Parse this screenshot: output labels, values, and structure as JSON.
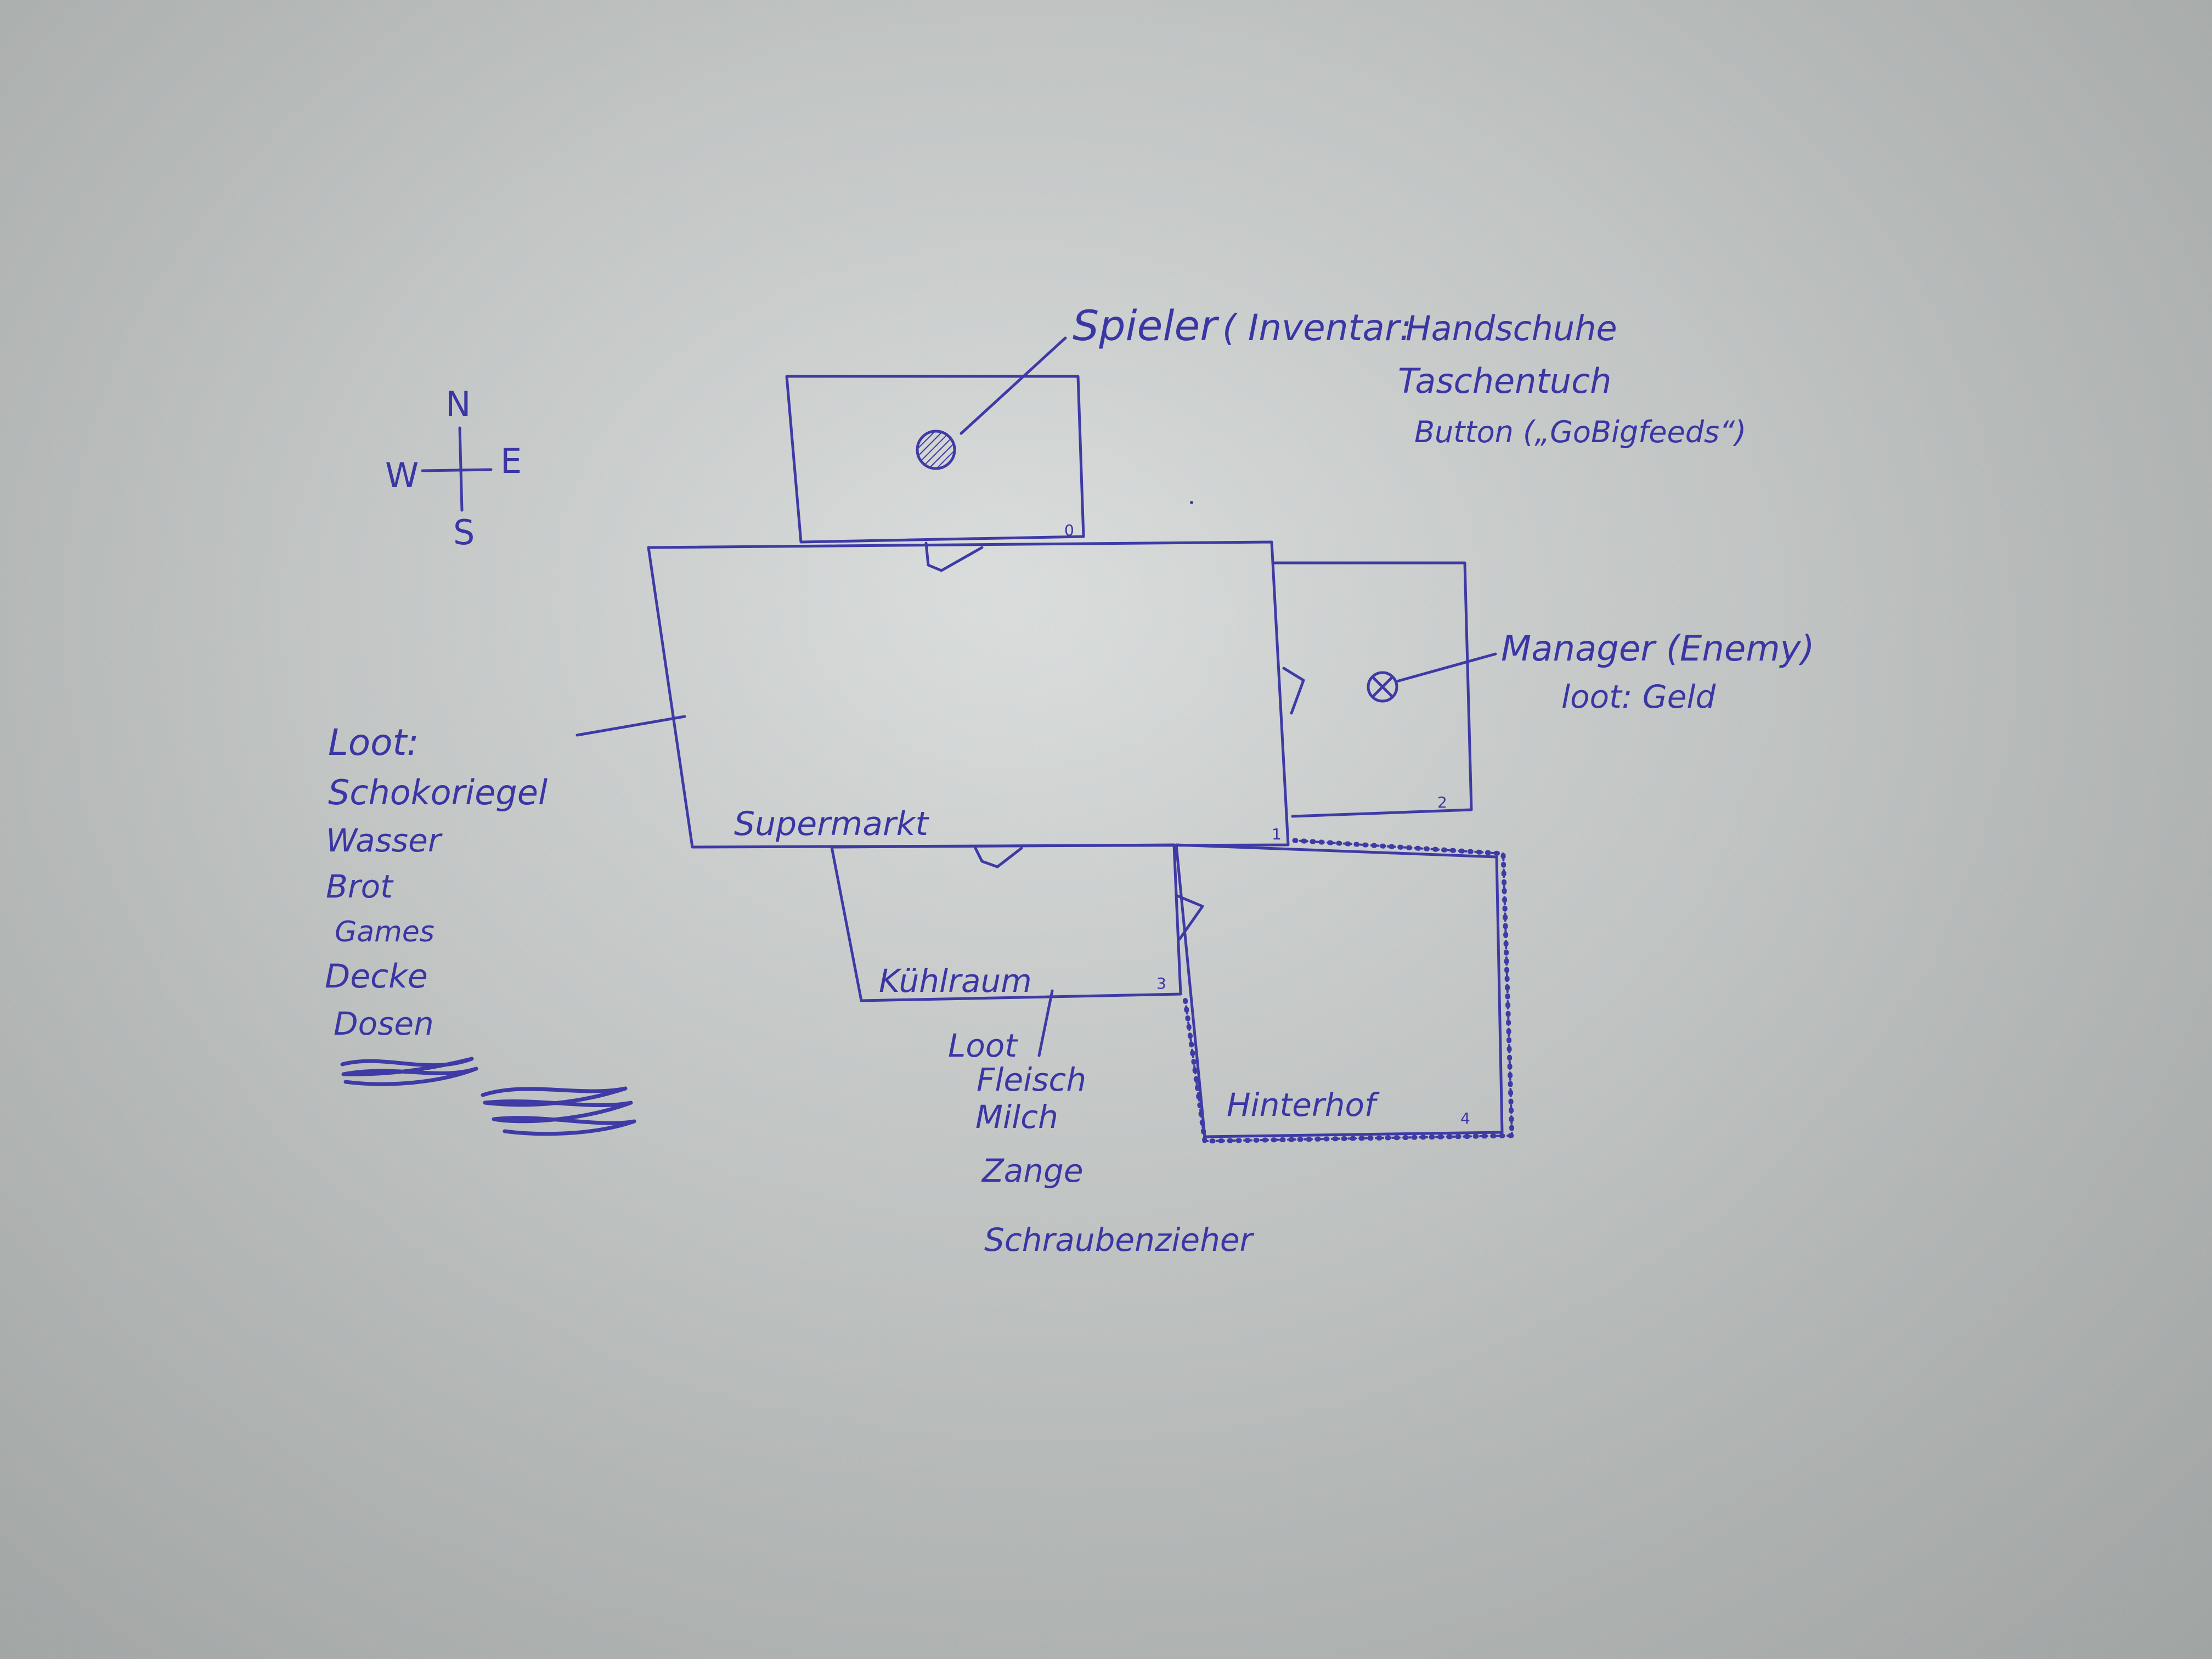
{
  "compass": {
    "north": "N",
    "east": "E",
    "south": "S",
    "west": "W"
  },
  "player": {
    "label": "Spieler",
    "inventory_title": "( Inventar:",
    "inventory": [
      "Handschuhe",
      "Taschentuch",
      "Button („GoBigfeeds“)"
    ]
  },
  "manager": {
    "label": "Manager (Enemy)",
    "loot": "loot: Geld"
  },
  "rooms": [
    {
      "id": "0",
      "name": ""
    },
    {
      "id": "1",
      "name": "Supermarkt"
    },
    {
      "id": "2",
      "name": ""
    },
    {
      "id": "3",
      "name": "Kühlraum"
    },
    {
      "id": "4",
      "name": "Hinterhof"
    }
  ],
  "supermarkt_loot": {
    "title": "Loot:",
    "items": [
      "Schokoriegel",
      "Wasser",
      "Brot",
      "Games",
      "Decke",
      "Dosen"
    ]
  },
  "kuehlraum_loot": {
    "title": "Loot",
    "items": [
      "Fleisch",
      "Milch",
      "Zange",
      "Schraubenzieher"
    ]
  },
  "colors": {
    "ink": "#3a36a4",
    "paper": "#cfd3d2"
  }
}
